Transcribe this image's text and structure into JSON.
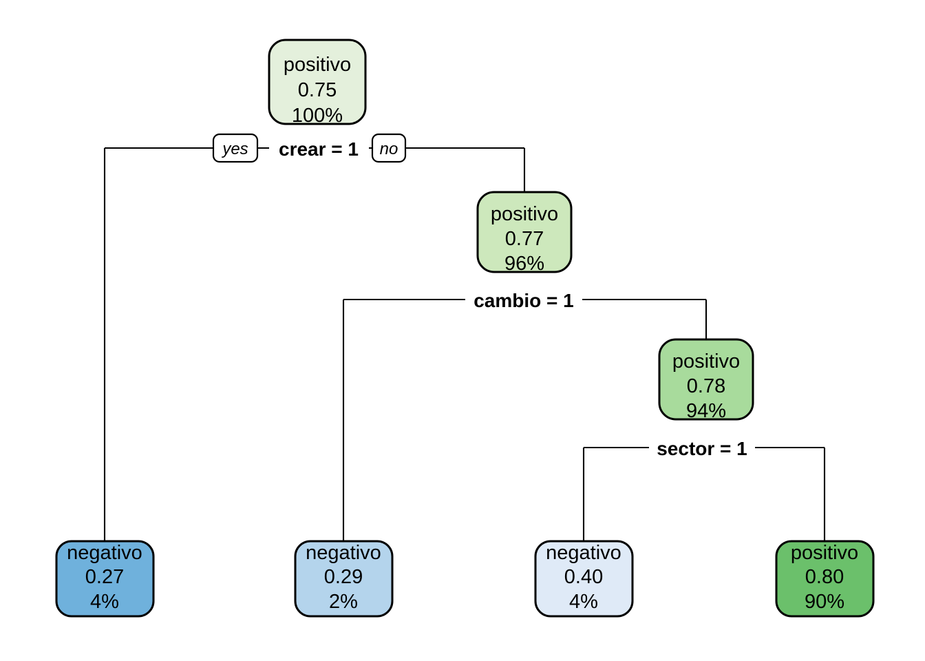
{
  "chart_data": {
    "type": "diagram",
    "diagram_type": "decision-tree",
    "title": "",
    "nodes": [
      {
        "id": "n1",
        "label": "positivo",
        "value": "0.75",
        "pct": "100%",
        "fill": "#e4f0dc",
        "depth": 0,
        "kind": "internal"
      },
      {
        "id": "n3",
        "label": "positivo",
        "value": "0.77",
        "pct": "96%",
        "fill": "#cde8bc",
        "depth": 1,
        "kind": "internal"
      },
      {
        "id": "n7",
        "label": "positivo",
        "value": "0.78",
        "pct": "94%",
        "fill": "#a8db9c",
        "depth": 2,
        "kind": "internal"
      },
      {
        "id": "n2",
        "label": "negativo",
        "value": "0.27",
        "pct": "4%",
        "fill": "#6fb1dc",
        "depth": 1,
        "kind": "leaf"
      },
      {
        "id": "n6",
        "label": "negativo",
        "value": "0.29",
        "pct": "2%",
        "fill": "#b4d4ec",
        "depth": 2,
        "kind": "leaf"
      },
      {
        "id": "n14",
        "label": "negativo",
        "value": "0.40",
        "pct": "4%",
        "fill": "#dfeaf7",
        "depth": 3,
        "kind": "leaf"
      },
      {
        "id": "n15",
        "label": "positivo",
        "value": "0.80",
        "pct": "90%",
        "fill": "#6bc06b",
        "depth": 3,
        "kind": "leaf"
      }
    ],
    "splits": [
      {
        "id": "s1",
        "label": "crear = 1",
        "yes_label": "yes",
        "no_label": "no",
        "yes_child": "n2",
        "no_child": "n3",
        "show_yes_no": true
      },
      {
        "id": "s3",
        "label": "cambio = 1",
        "yes_label": "yes",
        "no_label": "no",
        "yes_child": "n6",
        "no_child": "n7",
        "show_yes_no": false
      },
      {
        "id": "s7",
        "label": "sector = 1",
        "yes_label": "yes",
        "no_label": "no",
        "yes_child": "n14",
        "no_child": "n15",
        "show_yes_no": false
      }
    ],
    "class_labels": [
      "positivo",
      "negativo"
    ],
    "palette": {
      "positivo_light": "#e4f0dc",
      "positivo_mid": "#cde8bc",
      "positivo_strong": "#a8db9c",
      "positivo_max": "#6bc06b",
      "negativo_light": "#dfeaf7",
      "negativo_mid": "#b4d4ec",
      "negativo_strong": "#6fb1dc",
      "edge": "#000000",
      "background": "#ffffff"
    }
  },
  "nodes": {
    "root": {
      "label": "positivo",
      "value": "0.75",
      "pct": "100%"
    },
    "right1": {
      "label": "positivo",
      "value": "0.77",
      "pct": "96%"
    },
    "right2": {
      "label": "positivo",
      "value": "0.78",
      "pct": "94%"
    },
    "leaf1": {
      "label": "negativo",
      "value": "0.27",
      "pct": "4%"
    },
    "leaf2": {
      "label": "negativo",
      "value": "0.29",
      "pct": "2%"
    },
    "leaf3": {
      "label": "negativo",
      "value": "0.40",
      "pct": "4%"
    },
    "leaf4": {
      "label": "positivo",
      "value": "0.80",
      "pct": "90%"
    }
  },
  "splits": {
    "split1": {
      "label": "crear = 1",
      "yes": "yes",
      "no": "no"
    },
    "split2": {
      "label": "cambio = 1"
    },
    "split3": {
      "label": "sector = 1"
    }
  }
}
